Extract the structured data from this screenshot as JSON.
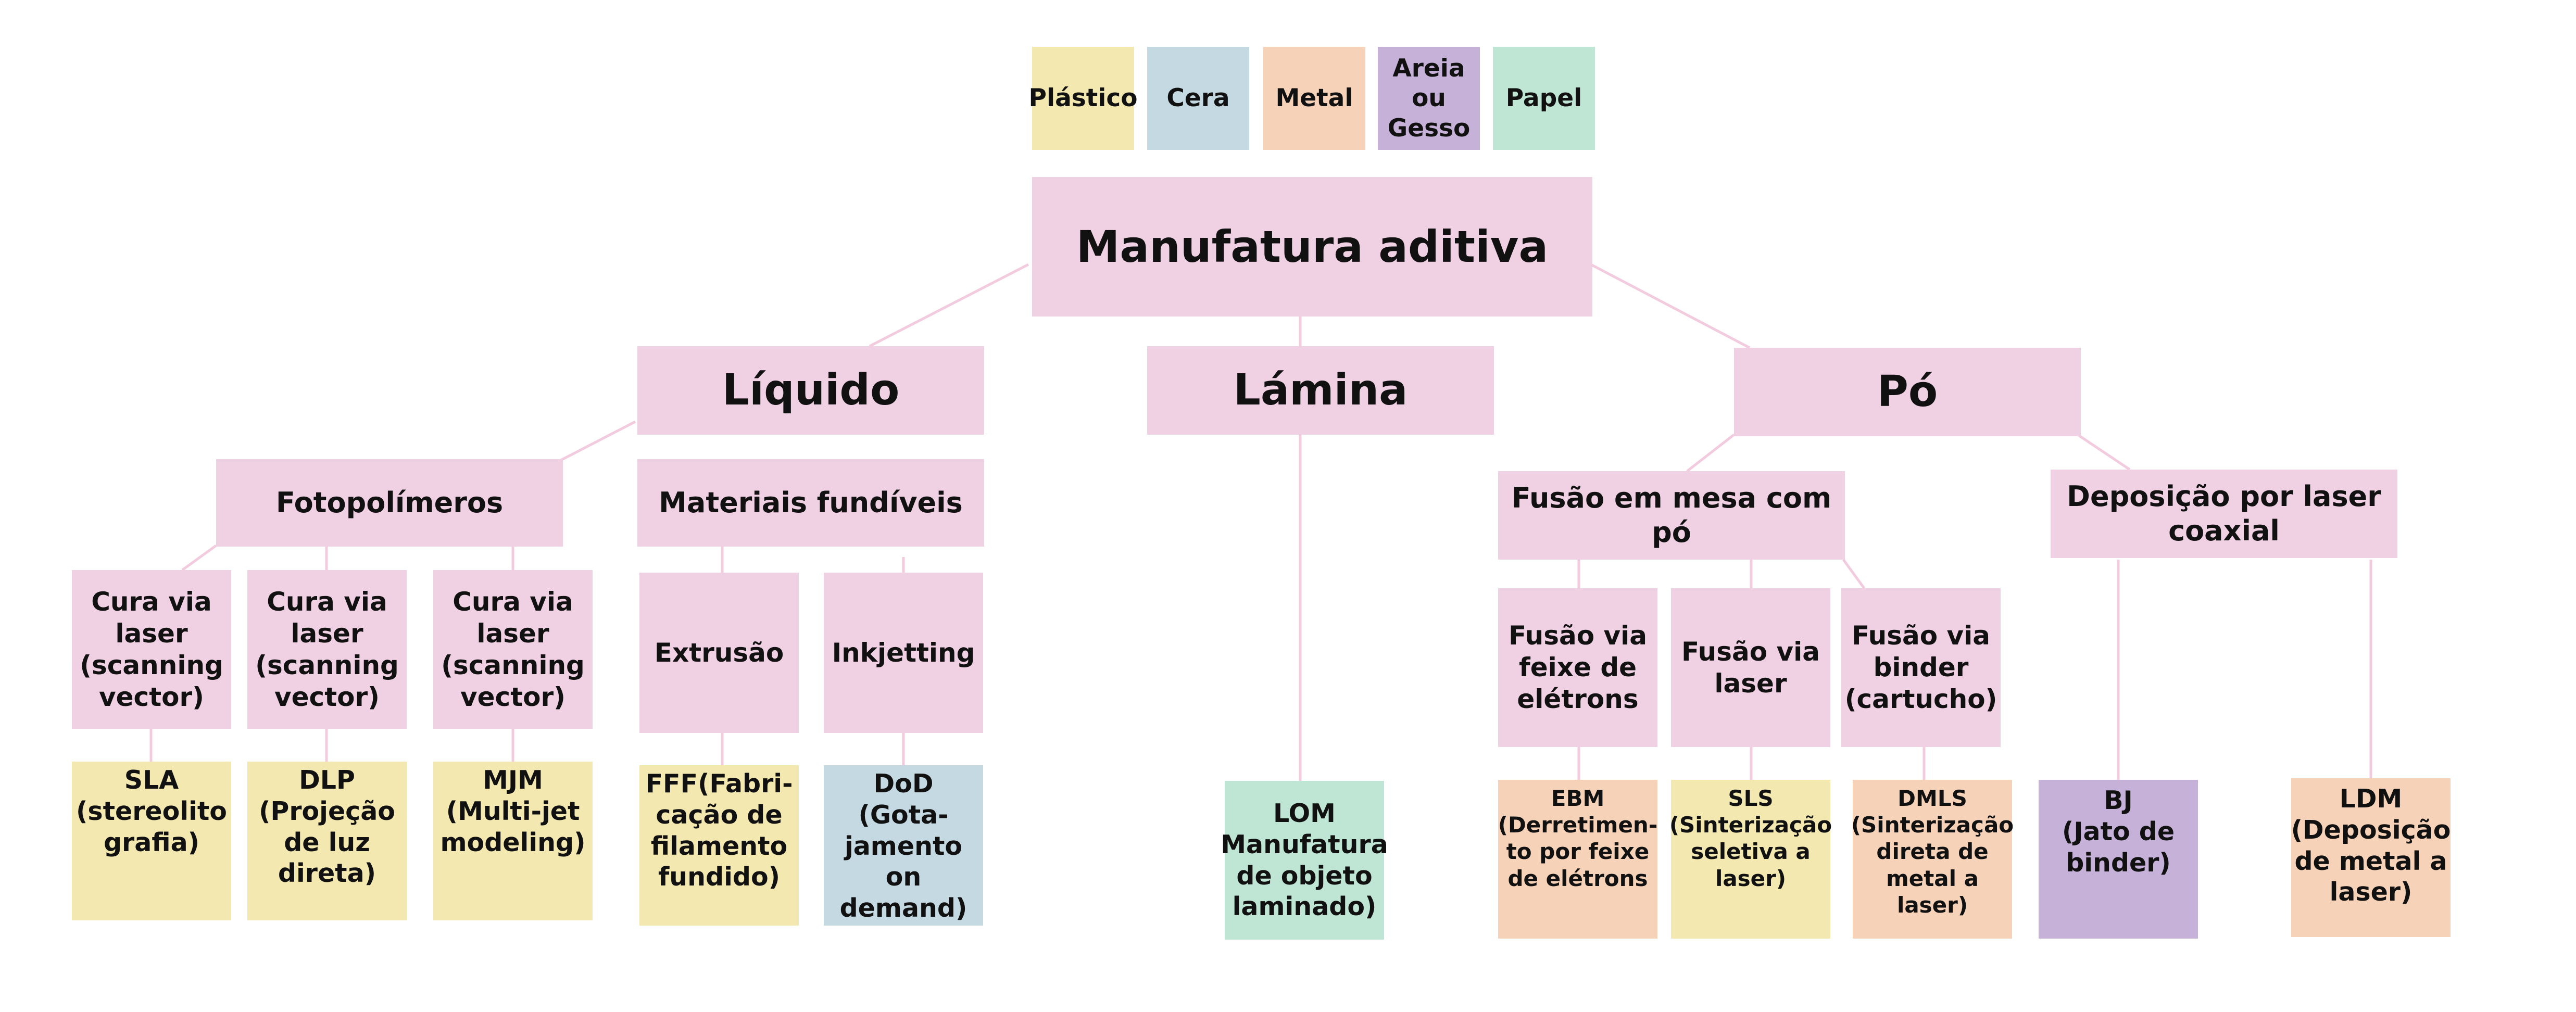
{
  "legend": [
    {
      "label": "Plástico",
      "color": "#f2e8b0"
    },
    {
      "label": "Cera",
      "color": "#c4d9e2"
    },
    {
      "label": "Metal",
      "color": "#f6d3b8"
    },
    {
      "label": "Areia\nou\nGesso",
      "color": "#c6b2d8"
    },
    {
      "label": "Papel",
      "color": "#bfe6d5"
    }
  ],
  "tree": {
    "root": "Manufatura aditiva",
    "liquido": {
      "label": "Líquido",
      "fotopolimeros": {
        "label": "Fotopolímeros",
        "cura1": "Cura via\nlaser\n(scanning\nvector)",
        "cura2": "Cura via\nlaser\n(scanning\nvector)",
        "cura3": "Cura via\nlaser\n(scanning\nvector)",
        "sla": "SLA\n(stereolito\ngrafia)",
        "dlp": "DLP\n(Projeção\nde luz\ndireta)",
        "mjm": "MJM\n(Multi-jet\nmodeling)"
      },
      "fundiveis": {
        "label": "Materiais fundíveis",
        "extrusao": "Extrusão",
        "inkjetting": "Inkjetting",
        "fff": "FFF(Fabri-\ncação de\nfilamento\nfundido)",
        "dod": "DoD (Gota-\njamento on\ndemand)"
      }
    },
    "lamina": {
      "label": "Lámina",
      "lom": "LOM\nManufatura\nde objeto\nlaminado)"
    },
    "po": {
      "label": "Pó",
      "fusao_mesa": {
        "label": "Fusão em mesa com pó",
        "feixe": "Fusão via\nfeixe de\nelétrons",
        "laser": "Fusão via\nlaser",
        "binder": "Fusão via\nbinder\n(cartucho)",
        "ebm": "EBM\n(Derretimen-\nto por feixe\nde elétrons",
        "sls": "SLS\n(Sinterização\nseletiva a\nlaser)",
        "dmls": "DMLS\n(Sinterização\ndireta de\nmetal a\nlaser)"
      },
      "deposicao": {
        "label": "Deposição por laser\ncoaxial",
        "bj": "BJ\n(Jato de\nbinder)",
        "ldm": "LDM\n(Deposição\nde metal a\nlaser)"
      }
    }
  }
}
